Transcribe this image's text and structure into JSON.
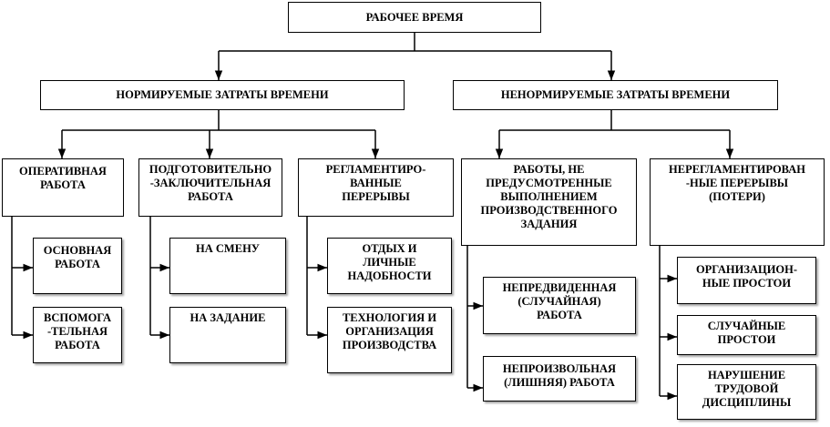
{
  "root": {
    "label": "РАБОЧЕЕ ВРЕМЯ"
  },
  "normed": {
    "label": "НОРМИРУЕМЫЕ ЗАТРАТЫ ВРЕМЕНИ",
    "groups": {
      "operative": {
        "label": "ОПЕРАТИВНАЯ\nРАБОТА",
        "children": [
          "ОСНОВНАЯ\nРАБОТА",
          "ВСПОМОГА\n-ТЕЛЬНАЯ\nРАБОТА"
        ]
      },
      "preparatory": {
        "label": "ПОДГОТОВИТЕЛЬНО\n-ЗАКЛЮЧИТЕЛЬНАЯ\nРАБОТА",
        "children": [
          "НА СМЕНУ",
          "НА ЗАДАНИЕ"
        ]
      },
      "regulated": {
        "label": "РЕГЛАМЕНТИРО-\nВАННЫЕ\nПЕРЕРЫВЫ",
        "children": [
          "ОТДЫХ И\nЛИЧНЫЕ\nНАДОБНОСТИ",
          "ТЕХНОЛОГИЯ И\nОРГАНИЗАЦИЯ\nПРОИЗВОДСТВА"
        ]
      }
    }
  },
  "unnormed": {
    "label": "НЕНОРМИРУЕМЫЕ ЗАТРАТЫ ВРЕМЕНИ",
    "groups": {
      "unforeseen": {
        "label": "РАБОТЫ, НЕ\nПРЕДУСМОТРЕННЫЕ\nВЫПОЛНЕНИЕМ\nПРОИЗВОДСТВЕННОГО\nЗАДАНИЯ",
        "children": [
          "НЕПРЕДВИДЕННАЯ\n(СЛУЧАЙНАЯ)\nРАБОТА",
          "НЕПРОИЗВОЛЬНАЯ\n(ЛИШНЯЯ) РАБОТА"
        ]
      },
      "unregulated": {
        "label": "НЕРЕГЛАМЕНТИРОВАН\n-НЫЕ ПЕРЕРЫВЫ\n(ПОТЕРИ)",
        "children": [
          "ОРГАНИЗАЦИОН-\nНЫЕ ПРОСТОИ",
          "СЛУЧАЙНЫЕ\nПРОСТОИ",
          "НАРУШЕНИЕ\nТРУДОВОЙ\nДИСЦИПЛИНЫ"
        ]
      }
    }
  }
}
